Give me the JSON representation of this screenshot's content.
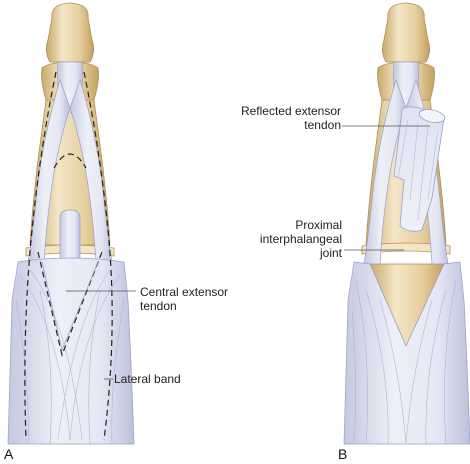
{
  "colors": {
    "bone": "#e6cf9e",
    "bone_dark": "#c9a96a",
    "bone_light": "#f3e6c6",
    "tendon": "#e4e6f3",
    "tendon_shade": "#c5c8e0",
    "tendon_line": "#9aa0c8",
    "leader": "#555555"
  },
  "labels": {
    "panel_a": "A",
    "panel_b": "B",
    "central_extensor_line1": "Central extensor",
    "central_extensor_line2": "tendon",
    "lateral_band": "Lateral band",
    "reflected_extensor_line1": "Reflected extensor",
    "reflected_extensor_line2": "tendon",
    "pip_line1": "Proximal",
    "pip_line2": "interphalangeal",
    "pip_line3": "joint"
  }
}
